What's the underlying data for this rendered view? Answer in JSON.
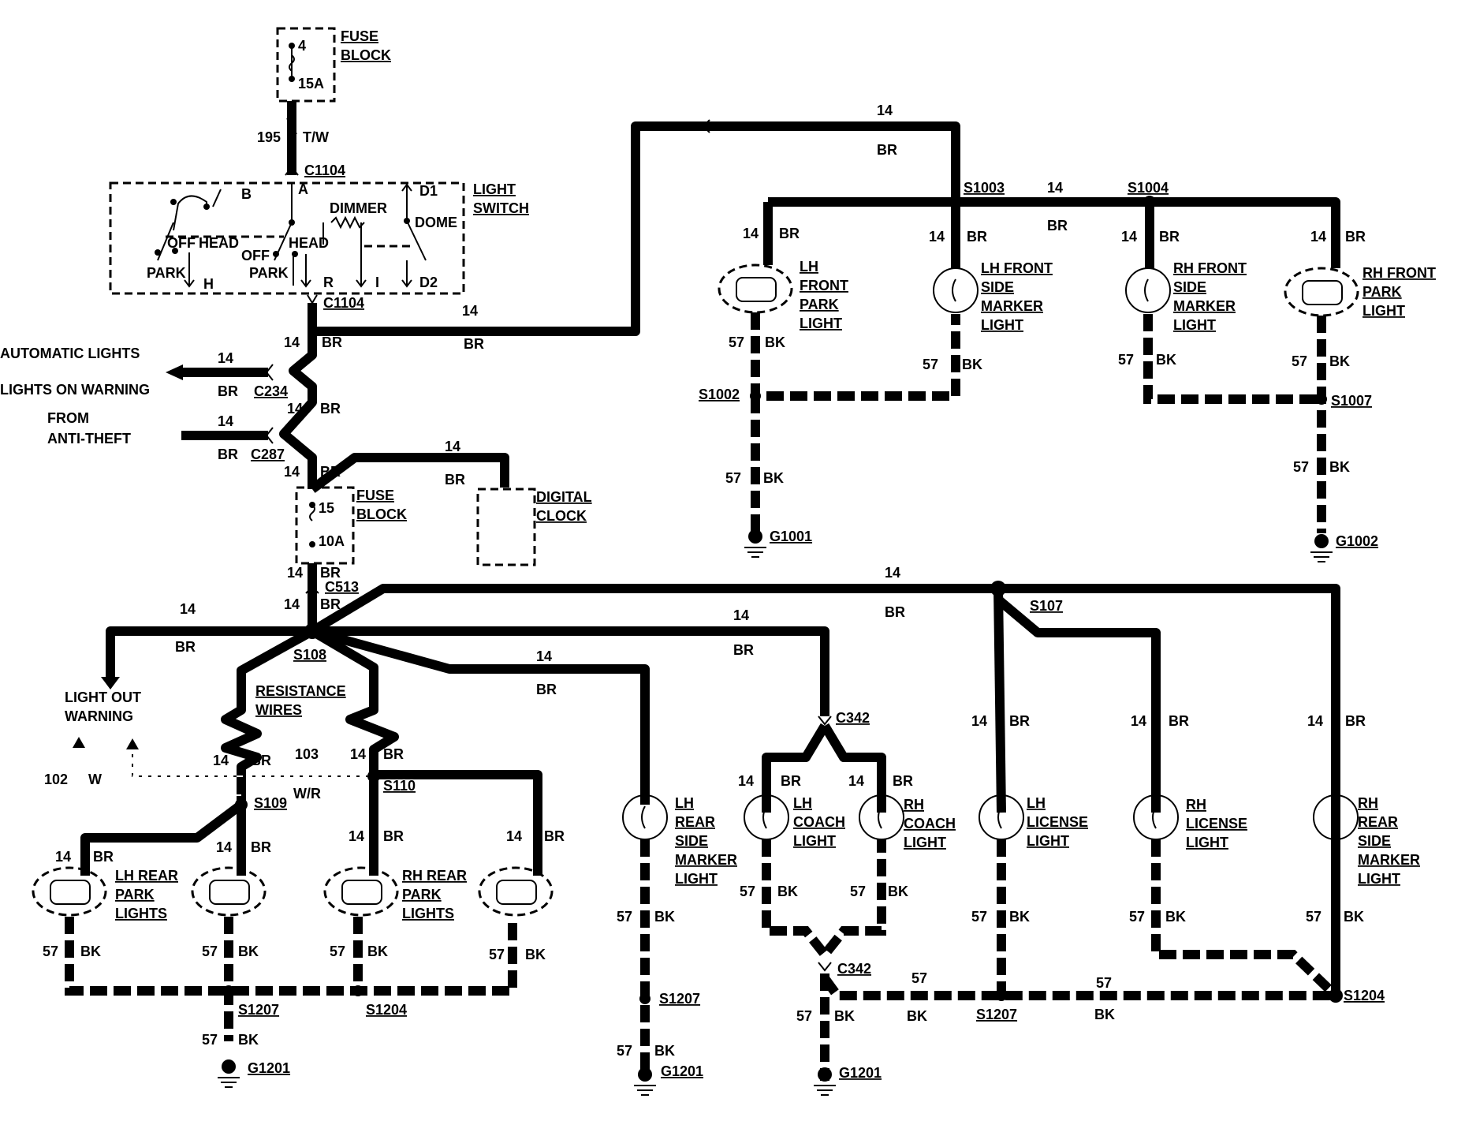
{
  "fuse_block_top": {
    "title_1": "FUSE",
    "title_2": "BLOCK",
    "pin": "4",
    "rating": "15A"
  },
  "feed": {
    "circuit": "195",
    "color": "T/W",
    "connector": "C1104"
  },
  "light_switch": {
    "title_1": "LIGHT",
    "title_2": "SWITCH",
    "pins": [
      "B",
      "A",
      "D1",
      "R",
      "I",
      "D2",
      "H"
    ],
    "labels": [
      "OFF",
      "PARK",
      "HEAD",
      "OFF",
      "PARK",
      "HEAD",
      "DIMMER",
      "DOME"
    ],
    "connector_bottom": "C1104"
  },
  "inputs": {
    "automatic_lights": "AUTOMATIC LIGHTS",
    "lights_on_warning": "LIGHTS ON WARNING",
    "from": "FROM",
    "anti_theft": "ANTI-THEFT"
  },
  "connectors": [
    "C234",
    "C287",
    "C513",
    "C342",
    "C342"
  ],
  "fuse_block_mid": {
    "title_1": "FUSE",
    "title_2": "BLOCK",
    "pin": "15",
    "rating": "10A"
  },
  "digital_clock": {
    "line_1": "DIGITAL",
    "line_2": "CLOCK"
  },
  "splices": [
    "S1003",
    "S1004",
    "S1002",
    "S1007",
    "S108",
    "S107",
    "S109",
    "S110",
    "S1207",
    "S1204",
    "S1207",
    "S1207",
    "S1204"
  ],
  "grounds": [
    "G1001",
    "G1002",
    "G1201",
    "G1201",
    "G1201"
  ],
  "front_lamps": [
    {
      "l1": "LH",
      "l2": "FRONT",
      "l3": "PARK",
      "l4": "LIGHT"
    },
    {
      "l1": "LH FRONT",
      "l2": "SIDE",
      "l3": "MARKER",
      "l4": "LIGHT"
    },
    {
      "l1": "RH FRONT",
      "l2": "SIDE",
      "l3": "MARKER",
      "l4": "LIGHT"
    },
    {
      "l1": "RH FRONT",
      "l2": "PARK",
      "l3": "LIGHT"
    }
  ],
  "rear_lamps": [
    {
      "l1": "LH REAR",
      "l2": "PARK",
      "l3": "LIGHTS"
    },
    {
      "l1": "RH REAR",
      "l2": "PARK",
      "l3": "LIGHTS"
    },
    {
      "l1": "LH",
      "l2": "REAR",
      "l3": "SIDE",
      "l4": "MARKER",
      "l5": "LIGHT"
    },
    {
      "l1": "LH",
      "l2": "COACH",
      "l3": "LIGHT"
    },
    {
      "l1": "RH",
      "l2": "COACH",
      "l3": "LIGHT"
    },
    {
      "l1": "LH",
      "l2": "LICENSE",
      "l3": "LIGHT"
    },
    {
      "l1": "RH",
      "l2": "LICENSE",
      "l3": "LIGHT"
    },
    {
      "l1": "RH",
      "l2": "REAR",
      "l3": "SIDE",
      "l4": "MARKER",
      "l5": "LIGHT"
    }
  ],
  "light_out": {
    "line_1": "LIGHT OUT",
    "line_2": "WARNING"
  },
  "resistance": {
    "line_1": "RESISTANCE",
    "line_2": "WIRES"
  },
  "warning_circuits": {
    "c102": "102",
    "w": "W",
    "c103": "103",
    "wr": "W/R"
  },
  "wire": {
    "gauge_feed": "14",
    "color_feed": "BR",
    "gauge_ground": "57",
    "color_ground": "BK"
  }
}
